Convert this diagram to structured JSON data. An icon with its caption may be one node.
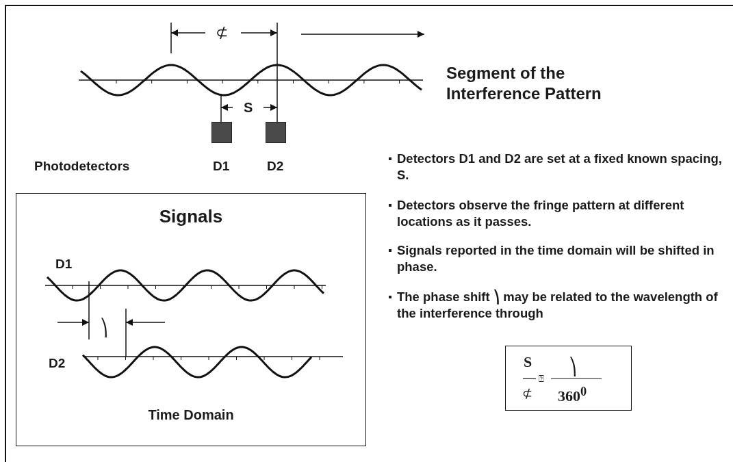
{
  "diagram": {
    "title": "Segment of the Interference Pattern",
    "nodes": [
      {
        "text": [
          "D1"
        ]
      },
      {
        "text": [
          "D2"
        ]
      },
      {
        "text": [
          "Signals",
          "Time Domain"
        ]
      },
      {
        "text": [
          "S",
          "⊄",
          "⍰",
          "⎞",
          "360$^{0}$"
        ]
      }
    ],
    "labels": [
      "⊄",
      "S",
      "Photodetectors",
      "D1",
      "D2",
      "⎞",
      "Detectors D1 and D2 are set at a fixed known spacing, S.",
      "Detectors observe the  fringe pattern at different locations as it passes.",
      "Signals reported in the time domain will be shifted in phase.",
      "The phase shift ⎞ may be related to the wavelength of the interference through"
    ]
  }
}
